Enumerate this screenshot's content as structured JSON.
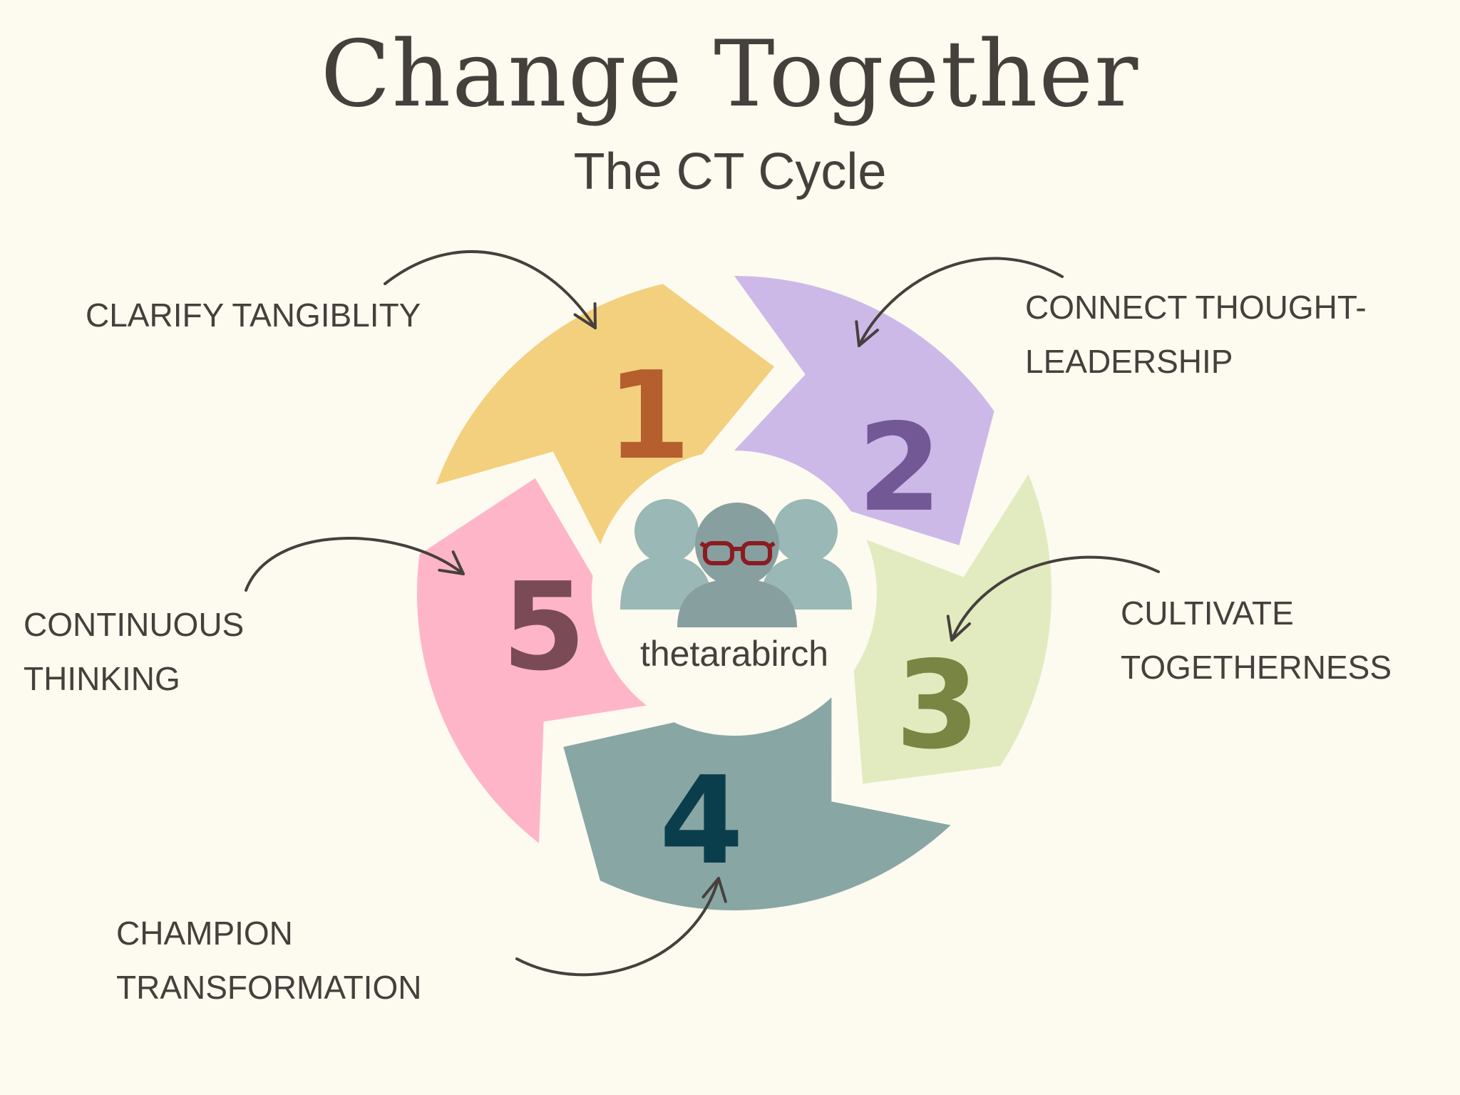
{
  "title": "Change Together",
  "subtitle": "The CT Cycle",
  "center": {
    "name": "thetarabirch",
    "icon": "people-group-icon"
  },
  "steps": [
    {
      "number": "1",
      "label": [
        "CLARIFY TANGIBLITY"
      ],
      "fill": "#f3d07d",
      "number_color": "#b55f2e"
    },
    {
      "number": "2",
      "label": [
        "CONNECT THOUGHT-",
        "LEADERSHIP"
      ],
      "fill": "#cdb9e8",
      "number_color": "#735896"
    },
    {
      "number": "3",
      "label": [
        "CULTIVATE",
        "TOGETHERNESS"
      ],
      "fill": "#e2ebbf",
      "number_color": "#788543"
    },
    {
      "number": "4",
      "label": [
        "CHAMPION",
        "TRANSFORMATION"
      ],
      "fill": "#88a6a4",
      "number_color": "#0b3e4d"
    },
    {
      "number": "5",
      "label": [
        "CONTINUOUS",
        "THINKING"
      ],
      "fill": "#ffb5c8",
      "number_color": "#7a4b56"
    }
  ],
  "colors": {
    "background": "#fdfaf0",
    "text": "#46403c",
    "icon": "#8aa6a4",
    "glasses": "#8a1c22"
  }
}
